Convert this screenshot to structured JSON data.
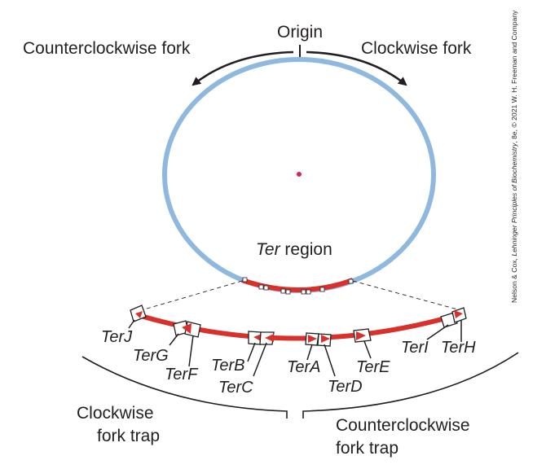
{
  "labels": {
    "origin": "Origin",
    "counterclockwise_fork": "Counterclockwise fork",
    "clockwise_fork": "Clockwise fork",
    "ter_region_italic": "Ter",
    "ter_region_rest": " region",
    "clockwise_trap_line1": "Clockwise",
    "clockwise_trap_line2": "fork trap",
    "counterclockwise_trap_line1": "Counterclockwise",
    "counterclockwise_trap_line2": "fork trap"
  },
  "ter_sites": [
    "TerJ",
    "TerG",
    "TerF",
    "TerB",
    "TerC",
    "TerA",
    "TerD",
    "TerE",
    "TerI",
    "TerH"
  ],
  "credit": {
    "prefix": "Nelson & Cox, ",
    "book": "Lehninger Principles of Biochemistry",
    "suffix": ", 8e, © 2021 W. H. Freeman and Company"
  },
  "colors": {
    "chromosome": "#8fb8de",
    "ter_region": "#d8312b",
    "origin_dot": "#d6245c",
    "ink": "#231f20"
  }
}
